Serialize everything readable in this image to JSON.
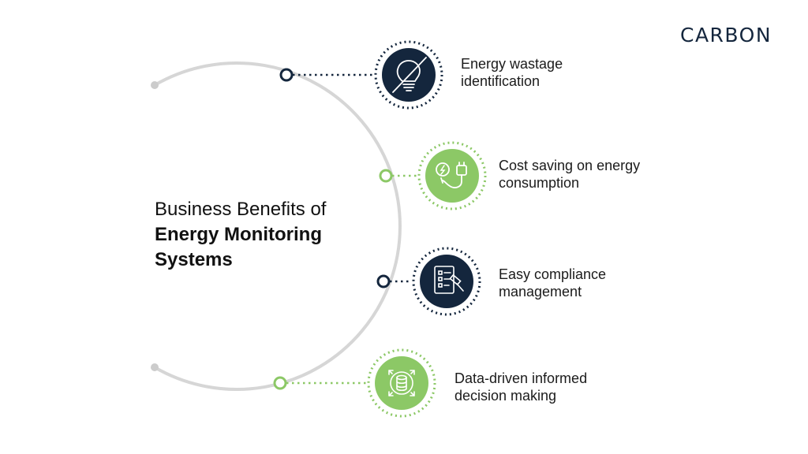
{
  "brand": {
    "logo": "CARBON"
  },
  "title": {
    "line1": "Business Benefits of",
    "line2": "Energy Monitoring",
    "line3": "Systems"
  },
  "benefits": [
    {
      "line1": "Energy wastage",
      "line2": "identification",
      "icon": "lightbulb-off-icon",
      "theme": "#14263d"
    },
    {
      "line1": "Cost saving on energy",
      "line2": "consumption",
      "icon": "plug-icon",
      "theme": "#8cc866"
    },
    {
      "line1": "Easy compliance",
      "line2": "management",
      "icon": "checklist-gavel-icon",
      "theme": "#14263d"
    },
    {
      "line1": "Data-driven informed",
      "line2": "decision making",
      "icon": "database-arrows-icon",
      "theme": "#8cc866"
    }
  ]
}
